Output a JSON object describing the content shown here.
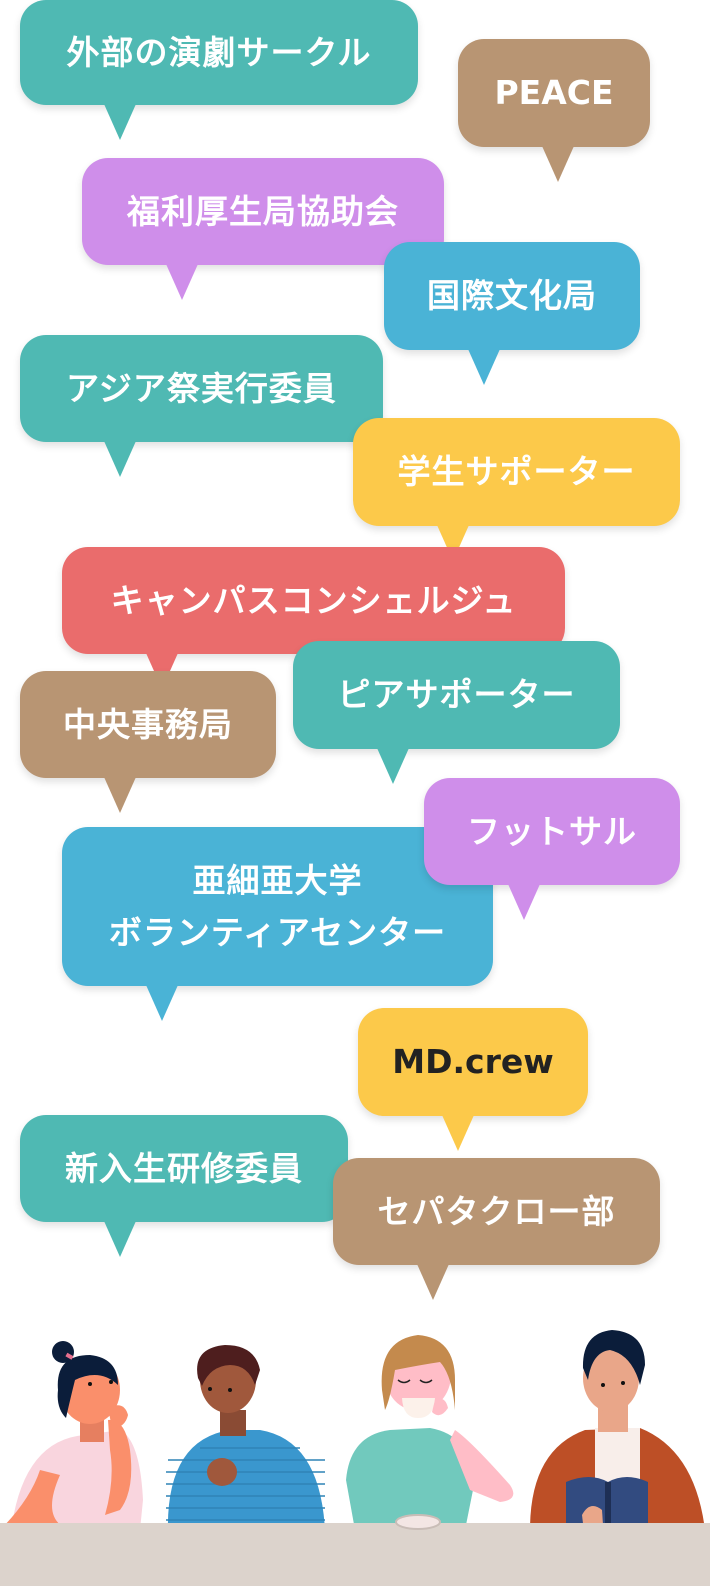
{
  "bubbles": [
    {
      "id": "b1",
      "lines": [
        "外部の演劇サークル"
      ],
      "color": "#4fb9b3"
    },
    {
      "id": "b2",
      "lines": [
        "PEACE"
      ],
      "color": "#b89573"
    },
    {
      "id": "b3",
      "lines": [
        "福利厚生局協助会"
      ],
      "color": "#cf8eea"
    },
    {
      "id": "b4",
      "lines": [
        "国際文化局"
      ],
      "color": "#4ab3d6"
    },
    {
      "id": "b5",
      "lines": [
        "アジア祭実行委員"
      ],
      "color": "#4fb9b3"
    },
    {
      "id": "b6",
      "lines": [
        "学生サポーター"
      ],
      "color": "#fcc94a"
    },
    {
      "id": "b7",
      "lines": [
        "キャンパスコンシェルジュ"
      ],
      "color": "#ea6c6c"
    },
    {
      "id": "b8",
      "lines": [
        "中央事務局"
      ],
      "color": "#b89573"
    },
    {
      "id": "b9",
      "lines": [
        "ピアサポーター"
      ],
      "color": "#4fb9b3"
    },
    {
      "id": "b10",
      "lines": [
        "亜細亜大学",
        "ボランティアセンター"
      ],
      "color": "#4ab3d6"
    },
    {
      "id": "b11",
      "lines": [
        "フットサル"
      ],
      "color": "#cf8eea"
    },
    {
      "id": "b12",
      "lines": [
        "MD.crew"
      ],
      "color": "#fcc94a",
      "text_color": "#222222"
    },
    {
      "id": "b13",
      "lines": [
        "新入生研修委員"
      ],
      "color": "#4fb9b3"
    },
    {
      "id": "b14",
      "lines": [
        "セパタクロー部"
      ],
      "color": "#b89573"
    }
  ],
  "illustration": {
    "description": "Four students sitting at a table",
    "people": [
      "woman-resting-chin",
      "man-striped-shirt",
      "woman-drinking-tea",
      "man-reading-book"
    ]
  }
}
